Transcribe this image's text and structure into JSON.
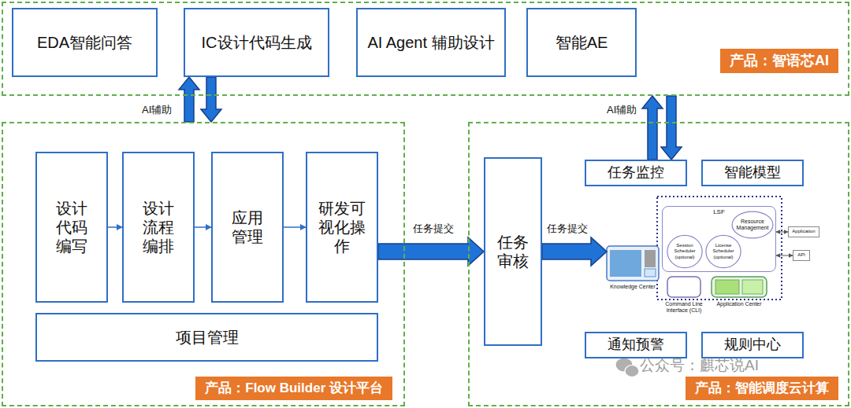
{
  "diagram": {
    "nodes": [
      {
        "text": [
          "产品：智语芯AI"
        ]
      },
      {
        "text": [
          "EDA智能问答"
        ],
        "in": 0
      },
      {
        "text": [
          "IC设计代码生成"
        ],
        "in": 0
      },
      {
        "text": [
          "AI Agent 辅助设计"
        ],
        "in": 0
      },
      {
        "text": [
          "智能AE"
        ],
        "in": 0
      },
      {
        "text": [
          "产品：Flow Builder 设计平台"
        ]
      },
      {
        "text": [
          "设计代码编写"
        ],
        "in": 5
      },
      {
        "text": [
          "设计流程编排"
        ],
        "in": 5
      },
      {
        "text": [
          "应用管理"
        ],
        "in": 5
      },
      {
        "text": [
          "研发可视化操作"
        ],
        "in": 5
      },
      {
        "text": [
          "项目管理"
        ],
        "in": 5
      },
      {
        "text": [
          "产品：智能调度云计算"
        ]
      },
      {
        "text": [
          "任务审核"
        ],
        "in": 11
      },
      {
        "text": [
          "任务监控"
        ],
        "in": 11
      },
      {
        "text": [
          "智能模型"
        ],
        "in": 11
      },
      {
        "text": [
          "Knowledge Center"
        ],
        "in": 11
      },
      {
        "text": [
          "LSF"
        ],
        "in": 11
      },
      {
        "text": [
          "Resource Management"
        ],
        "in": 16
      },
      {
        "text": [
          "Session Scheduler (optional)"
        ],
        "in": 16
      },
      {
        "text": [
          "License Scheduler (optional)"
        ],
        "in": 16
      },
      {
        "text": [
          "Command Line Interface (CLI)"
        ],
        "in": 11
      },
      {
        "text": [
          "Application Center"
        ],
        "in": 11
      },
      {
        "text": [
          "Application"
        ],
        "in": 11
      },
      {
        "text": [
          "API"
        ],
        "in": 11
      },
      {
        "text": [
          "通知预警"
        ],
        "in": 11
      },
      {
        "text": [
          "规则中心"
        ],
        "in": 11
      }
    ],
    "edges": [
      {
        "from": 5,
        "to": 2,
        "arrow": "to",
        "label": "AI辅助"
      },
      {
        "from": 2,
        "to": 5,
        "arrow": "to"
      },
      {
        "from": 13,
        "to": 0,
        "arrow": "to",
        "label": "AI辅助"
      },
      {
        "from": 0,
        "to": 13,
        "arrow": "to"
      },
      {
        "from": 6,
        "to": 7,
        "arrow": "to"
      },
      {
        "from": 7,
        "to": 8,
        "arrow": "to"
      },
      {
        "from": 8,
        "to": 9,
        "arrow": "to"
      },
      {
        "from": 9,
        "to": 12,
        "arrow": "to",
        "label": "任务提交"
      },
      {
        "from": 12,
        "to": 15,
        "arrow": "to",
        "label": "任务提交"
      },
      {
        "from": 16,
        "to": 22,
        "arrow": "both"
      },
      {
        "from": 16,
        "to": 23,
        "arrow": "both"
      }
    ],
    "labels": [
      "公众号：麒芯说AI"
    ]
  }
}
